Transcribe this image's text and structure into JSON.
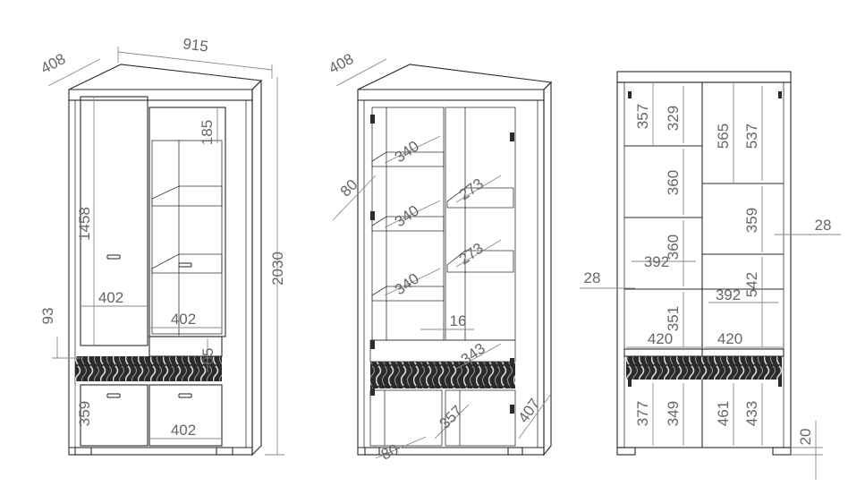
{
  "views": {
    "front": {
      "depth": "408",
      "width": "915",
      "height": "2030",
      "shelf_top": "185",
      "door_height": "1458",
      "plinth_offset": "93",
      "compartment_width": "402",
      "right_compartment_width": "402",
      "drawer_front": "85",
      "drawer_height": "359",
      "drawer_width": "402"
    },
    "open": {
      "depth": "408",
      "door_angle": "80",
      "shelf_depth_1": "340",
      "shelf_depth_2": "340",
      "shelf_depth_3": "340",
      "glass_shelf_1": "273",
      "glass_shelf_2": "273",
      "shelf_gap": "16",
      "inner_depth": "343",
      "drawer_depth": "357",
      "outer_depth": "407",
      "bottom_angle": "80"
    },
    "inner": {
      "h1": "357",
      "h2": "329",
      "h3": "565",
      "h4": "537",
      "h5": "360",
      "h6": "359",
      "h7": "392",
      "h8": "360",
      "h9": "542",
      "w1": "392",
      "h10": "351",
      "w2": "420",
      "w3": "420",
      "h11": "377",
      "h12": "349",
      "h13": "461",
      "h14": "433",
      "side_right": "28",
      "side_left": "28",
      "foot": "20"
    }
  },
  "colors": {
    "line": "#2a2a2a",
    "dimension": "#8a8a8a",
    "text": "#666666",
    "band": "#2b2b2b"
  }
}
